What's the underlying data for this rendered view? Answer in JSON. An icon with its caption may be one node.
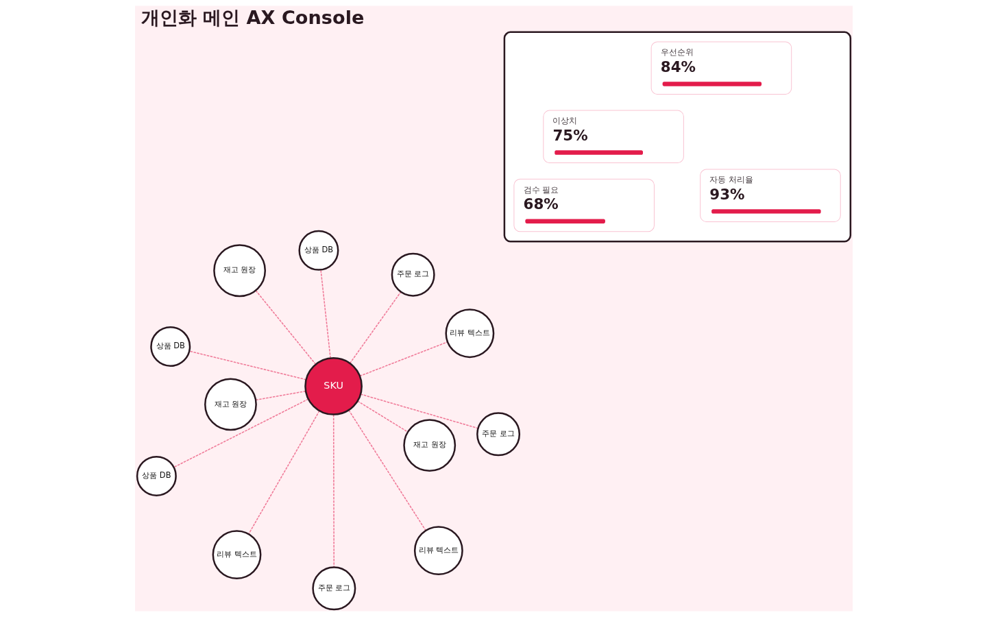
{
  "diagram": {
    "title": "개인화 메인 AX Console",
    "nodes": [
      {
        "text": [
          "SKU"
        ]
      },
      {
        "text": [
          "주문 로그"
        ]
      },
      {
        "text": [
          "리뷰 텍스트"
        ]
      },
      {
        "text": [
          "재고 원장"
        ]
      },
      {
        "text": [
          "상품 DB"
        ]
      },
      {
        "text": [
          "주문 로그"
        ]
      },
      {
        "text": [
          "상품 DB"
        ]
      },
      {
        "text": [
          "재고 원장"
        ]
      },
      {
        "text": [
          "리뷰 텍스트"
        ]
      },
      {
        "text": [
          "재고 원장"
        ]
      },
      {
        "text": [
          "리뷰 텍스트"
        ]
      },
      {
        "text": [
          "주문 로그"
        ]
      },
      {
        "text": [
          "상품 DB"
        ]
      },
      {
        "text": [],
        "shape": "box"
      },
      {
        "text": [
          "이상치",
          "75%"
        ],
        "in": 13
      },
      {
        "text": [
          "우선순위",
          "84%"
        ],
        "in": 13
      },
      {
        "text": [
          "자동 처리율",
          "93%"
        ],
        "in": 13
      },
      {
        "text": [
          "검수 필요",
          "68%"
        ],
        "in": 13
      }
    ],
    "edges": [
      {
        "from": 0,
        "to": 1,
        "arrow": "none",
        "style": "dashed"
      },
      {
        "from": 0,
        "to": 2,
        "arrow": "none",
        "style": "dashed"
      },
      {
        "from": 0,
        "to": 3,
        "arrow": "none",
        "style": "dashed"
      },
      {
        "from": 0,
        "to": 4,
        "arrow": "none",
        "style": "dashed"
      },
      {
        "from": 0,
        "to": 5,
        "arrow": "none",
        "style": "dashed"
      },
      {
        "from": 0,
        "to": 6,
        "arrow": "none",
        "style": "dashed"
      },
      {
        "from": 0,
        "to": 7,
        "arrow": "none",
        "style": "dashed"
      },
      {
        "from": 0,
        "to": 8,
        "arrow": "none",
        "style": "dashed"
      },
      {
        "from": 0,
        "to": 9,
        "arrow": "none",
        "style": "dashed"
      },
      {
        "from": 0,
        "to": 10,
        "arrow": "none",
        "style": "dashed"
      },
      {
        "from": 0,
        "to": 11,
        "arrow": "none",
        "style": "dashed"
      },
      {
        "from": 0,
        "to": 12,
        "arrow": "none",
        "style": "dashed"
      }
    ]
  }
}
